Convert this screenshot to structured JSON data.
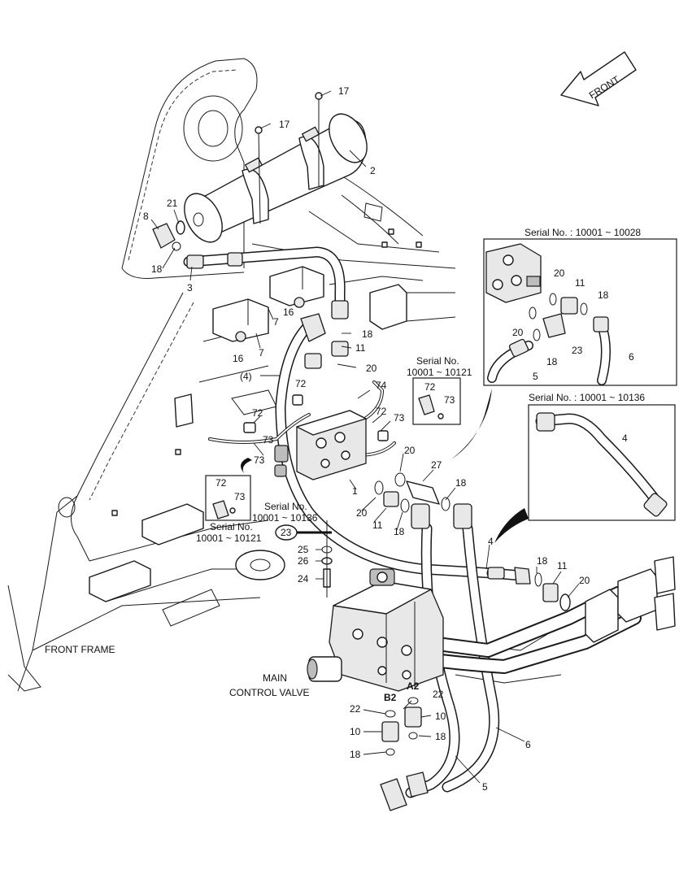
{
  "direction_arrow": {
    "label": "FRONT"
  },
  "captions": {
    "front_frame": "FRONT FRAME",
    "main_control_valve_line1": "MAIN",
    "main_control_valve_line2": "CONTROL VALVE",
    "port_b2": "B2",
    "port_a2": "A2"
  },
  "serial_labels": {
    "box_right_top": "Serial No. : 10001 ~ 10028",
    "box_right_mid": "Serial No. : 10001 ~ 10136",
    "small_box_right_line1": "Serial No.",
    "small_box_right_line2": "10001 ~ 10121",
    "small_box_left_line1": "Serial No.",
    "small_box_left_line2": "10001 ~ 10121",
    "ref23_line1": "Serial No.",
    "ref23_line2": "10001 ~ 10136"
  },
  "callouts": [
    "17",
    "17",
    "2",
    "21",
    "8",
    "18",
    "3",
    "7",
    "7",
    "16",
    "16",
    "18",
    "11",
    "20",
    "(4)",
    "72",
    "74",
    "72",
    "73",
    "72",
    "73",
    "73",
    "1",
    "20",
    "27",
    "18",
    "20",
    "11",
    "18",
    "4",
    "72",
    "73",
    "72",
    "73",
    "23",
    "25",
    "26",
    "24",
    "18",
    "11",
    "20",
    "22",
    "10",
    "18",
    "22",
    "10",
    "18",
    "5",
    "6",
    "20",
    "11",
    "18",
    "20",
    "18",
    "23",
    "5",
    "6",
    "4"
  ]
}
